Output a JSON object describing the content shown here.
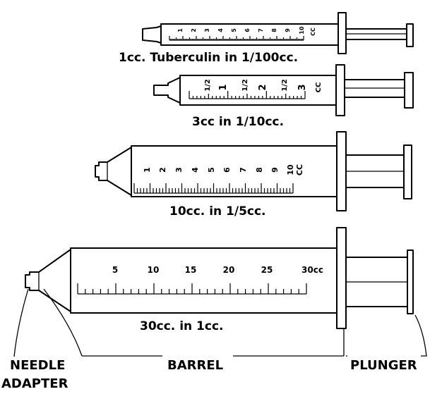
{
  "syringes": [
    {
      "caption": "1cc. Tuberculin in 1/100cc.",
      "scale_labels": [
        "1",
        "2",
        "3",
        "4",
        "5",
        "6",
        "7",
        "8",
        "9",
        "10"
      ],
      "unit": "CC"
    },
    {
      "caption": "3cc in 1/10cc.",
      "scale_labels": [
        "1/2",
        "1",
        "1/2",
        "2",
        "1/2",
        "3"
      ],
      "unit": "CC"
    },
    {
      "caption": "10cc. in 1/5cc.",
      "scale_labels": [
        "1",
        "2",
        "3",
        "4",
        "5",
        "6",
        "7",
        "8",
        "9",
        "10"
      ],
      "unit": "CC"
    },
    {
      "caption": "30cc. in 1cc.",
      "scale_labels": [
        "5",
        "10",
        "15",
        "20",
        "25",
        "30cc"
      ],
      "unit": ""
    }
  ],
  "parts": {
    "needle_adapter_line1": "NEEDLE",
    "needle_adapter_line2": "ADAPTER",
    "barrel": "BARREL",
    "plunger": "PLUNGER"
  }
}
